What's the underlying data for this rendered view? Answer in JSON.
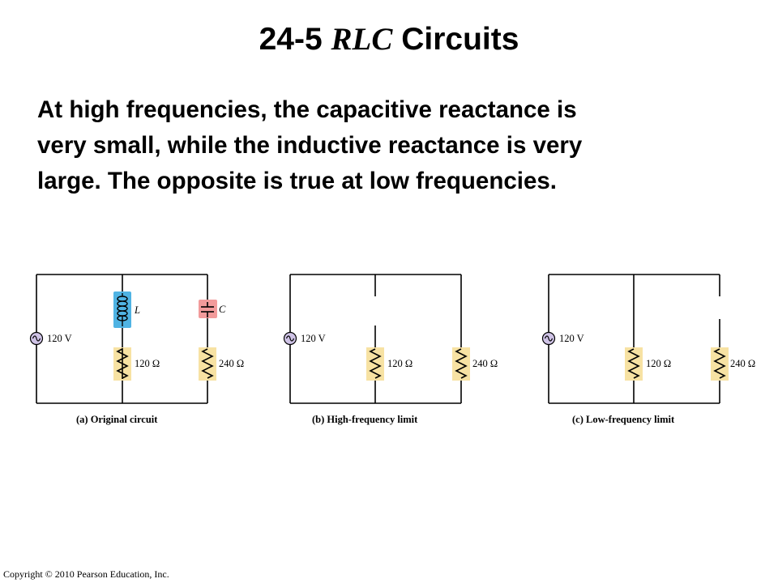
{
  "title": {
    "number": "24-5",
    "italic": "RLC",
    "rest": "Circuits"
  },
  "body": {
    "line1": "At high frequencies, the capacitive reactance is",
    "line2": "very small, while the inductive reactance is very",
    "line3": "large. The opposite is true at low frequencies."
  },
  "diagrams": {
    "a": {
      "source_label": "120 V",
      "inductor_label": "L",
      "capacitor_label": "C",
      "r1_label": "120 Ω",
      "r2_label": "240 Ω",
      "caption": "(a)  Original circuit"
    },
    "b": {
      "source_label": "120 V",
      "r1_label": "120 Ω",
      "r2_label": "240  Ω",
      "caption": "(b)  High-frequency limit"
    },
    "c": {
      "source_label": "120 V",
      "r1_label": "120 Ω",
      "r2_label": "240 Ω",
      "caption": "(c)  Low-frequency limit"
    }
  },
  "colors": {
    "resistor_fill": "#f7e2a3",
    "inductor_fill": "#4fb3e3",
    "capacitor_fill": "#f29b9b"
  },
  "footer": "Copyright © 2010 Pearson Education, Inc."
}
